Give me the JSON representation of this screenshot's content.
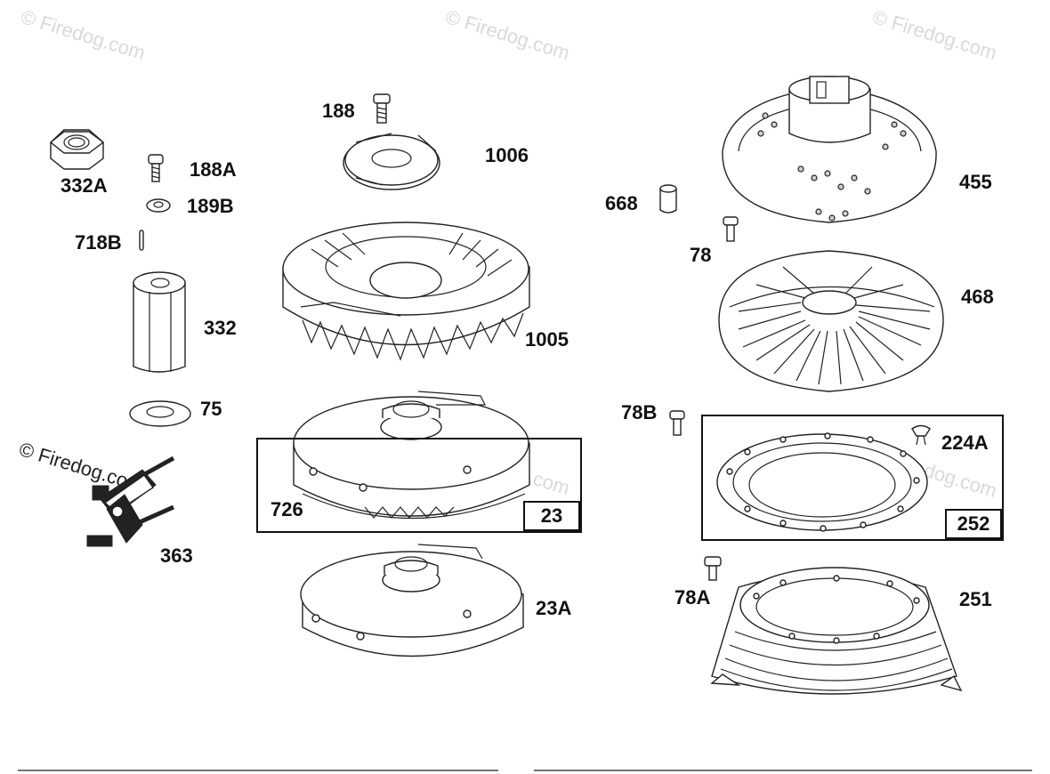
{
  "watermarks": {
    "wm1": "© Firedog.com",
    "wm2": "© Firedog.com",
    "wm3": "© Firedog.com",
    "wm4": "© Firedog.com",
    "wm5": "© Firedog.com",
    "wm6": "© Firedog.com"
  },
  "parts": {
    "p332A": "332A",
    "p188A": "188A",
    "p189B": "189B",
    "p718B": "718B",
    "p332": "332",
    "p75": "75",
    "p363": "363",
    "p188": "188",
    "p1006": "1006",
    "p1005": "1005",
    "p726": "726",
    "p23": "23",
    "p23A": "23A",
    "p668": "668",
    "p455": "455",
    "p78": "78",
    "p468": "468",
    "p78B": "78B",
    "p224A": "224A",
    "p252": "252",
    "p78A": "78A",
    "p251": "251"
  }
}
